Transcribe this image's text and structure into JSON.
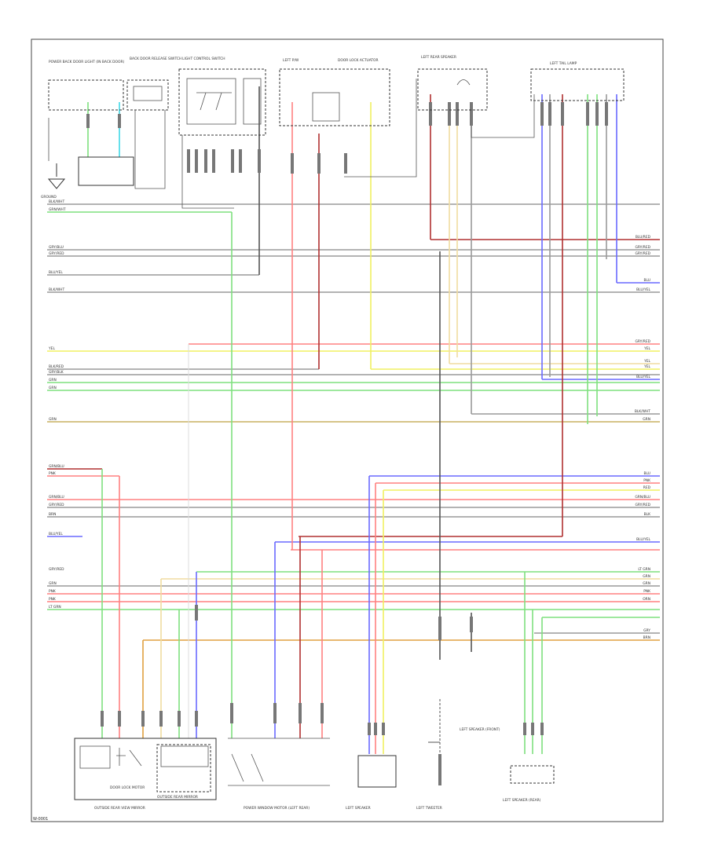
{
  "diagram": {
    "corner_label": "W-0001",
    "components": {
      "top_1": "POWER BACK DOOR LIGHT (IN BACK DOOR)",
      "top_2": "BACK DOOR RELEASE SWITCH",
      "top_3": "LIGHT CONTROL SWITCH",
      "top_4": "LEFT P/W",
      "top_5": "DOOR LOCK ACTUATOR",
      "top_6": "LEFT REAR SPEAKER",
      "top_7": "LEFT TAIL LAMP",
      "ground": "GROUND",
      "bottom_1": "OUTSIDE REAR VIEW MIRROR",
      "bottom_1b": "DOOR LOCK MOTOR",
      "bottom_1c": "OUTSIDE REAR MIRROR",
      "bottom_2": "POWER WINDOW MOTOR (LEFT REAR)",
      "bottom_3": "LEFT SPEAKER",
      "bottom_4": "LEFT SPEAKER (FRONT)",
      "bottom_5": "LEFT TWEETER",
      "bottom_6": "LEFT SPEAKER (REAR)"
    },
    "left_labels": [
      "BLK/WHT",
      "GRN/WHT",
      "GRY/BLU",
      "GRY/RED",
      "BLU/YEL",
      "BLK/WHT",
      "YEL",
      "BLK/RED",
      "GRY/BLK",
      "GRN",
      "GRN",
      "GRN",
      "GRN/BLU",
      "PNK",
      "GRN/BLU",
      "GRY/RED",
      "BRN",
      "BLU/YEL",
      "GRY/RED",
      "GRN",
      "PNK",
      "PNK",
      "LT GRN"
    ],
    "right_labels": [
      "BLU/RED",
      "GRY/RED",
      "GRY/RED",
      "BLU",
      "BLU/YEL",
      "GRY/RED",
      "YEL",
      "YEL",
      "YEL",
      "BLU/YEL",
      "BLK/WHT",
      "GRN",
      "BLU",
      "PNK",
      "RED",
      "GRN/BLU",
      "GRY/RED",
      "BLK",
      "BLU/YEL",
      "LT GRN",
      "GRN",
      "GRN",
      "PNK",
      "ORN",
      "GRY",
      "BRN"
    ],
    "wire_colors": {
      "red": "#ff8080",
      "darkred": "#b03030",
      "green": "#7fe07f",
      "yellow": "#f0f060",
      "blue": "#6a6aff",
      "cyan": "#40d8e8",
      "gray": "#9a9a9a",
      "dark": "#555555",
      "tan": "#f0dca0",
      "orange": "#e0a040",
      "olive": "#c8b060"
    }
  }
}
